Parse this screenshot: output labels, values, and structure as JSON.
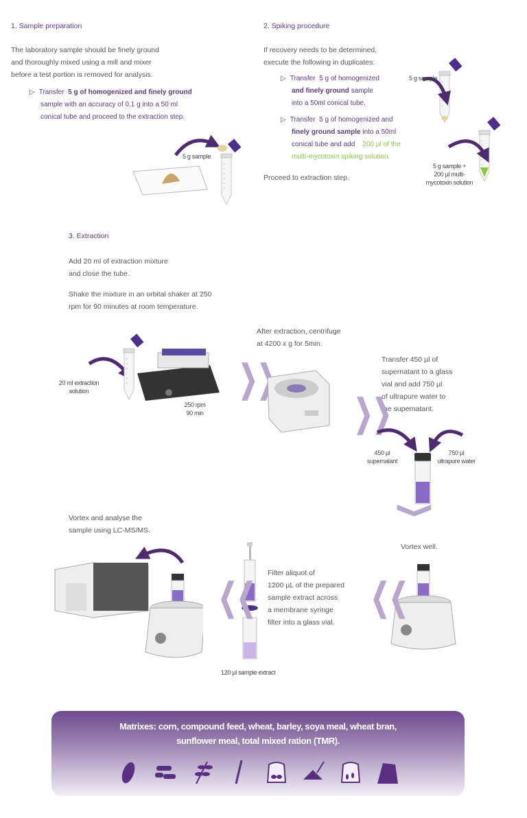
{
  "section1": {
    "title": "1. Sample preparation",
    "intro": [
      "The laboratory sample should be finely ground",
      "and thoroughly mixed using a mill and mixer",
      "before a test portion is removed for analysis."
    ],
    "bullet": {
      "pre": "Transfer",
      "bold": "5 g of homogenized and finely ground",
      "line2": "sample  with an accuracy of 0.1 g into a 50 ml",
      "line3": "conical tube and proceed to the extraction step."
    },
    "label": "5 g sample"
  },
  "section2": {
    "title": "2. Spiking procedure",
    "intro": [
      "If recovery needs to be determined,",
      "execute the following in duplicates:"
    ],
    "bullet1": {
      "pre": "Transfer",
      "l1": "5 g of homogenized",
      "bold": "and finely ground",
      "l2": " sample",
      "l3": "into a 50ml conical tube."
    },
    "bullet2": {
      "pre": "Transfer",
      "l1": "5 g of homogenized and",
      "bold": "finely ground sample",
      "l2": " into a 50ml",
      "l3": "conical tube and add",
      "green1": "200 µl of the",
      "green2": "multi-mycotoxin spiking solution."
    },
    "proceed": "Proceed to extraction step.",
    "label1": "5 g sample",
    "label2": [
      "5 g sample +",
      "200 µl multi-",
      "mycotoxin solution"
    ]
  },
  "section3": {
    "title": "3. Extraction",
    "add": [
      "Add 20 ml of extraction mixture",
      "and close the tube."
    ],
    "shake": [
      "Shake the mixture in an orbital shaker at 250",
      "rpm for 90 minutes at room temperature."
    ],
    "label_solution": [
      "20 ml extraction",
      "solution"
    ],
    "label_rpm": [
      "250 rpm",
      "90 min"
    ],
    "centrifuge": [
      "After extraction, centrifuge",
      "at 4200 x g for 5min."
    ],
    "transfer": [
      "Transfer 450  µl of",
      "supernatant to a glass",
      "vial and add 750  µl",
      "of ultrapure water to",
      "the supernatant."
    ],
    "label_super": [
      "450 µl",
      "supernatant"
    ],
    "label_water": [
      "750 µl",
      "ultrapure water"
    ],
    "vortex_well": "Vortex well.",
    "filter": [
      "Filter aliquot of",
      "1200 µL of the prepared",
      "sample extract across",
      "a membrane syringe",
      "filter into a glass vial."
    ],
    "label_extract": "120 µl sample extract",
    "analyse": [
      "Vortex and analyse the",
      "sample using LC-MS/MS."
    ]
  },
  "banner": {
    "lines": [
      "Matrixes: corn, compound feed, wheat, barley, soya meal, wheat bran,",
      "sunflower meal, total mixed ration (TMR)."
    ],
    "icons": [
      "corn-icon",
      "compound-feed-pellets-icon",
      "wheat-icon",
      "barley-icon",
      "soya-meal-sack-icon",
      "wheat-bran-icon",
      "sunflower-meal-sack-icon",
      "tmr-hay-icon"
    ]
  },
  "colors": {
    "purple": "#5e3a82",
    "arrow": "#4e2a6e",
    "chevron": "#b8a6cc",
    "green": "#8dc63f"
  }
}
